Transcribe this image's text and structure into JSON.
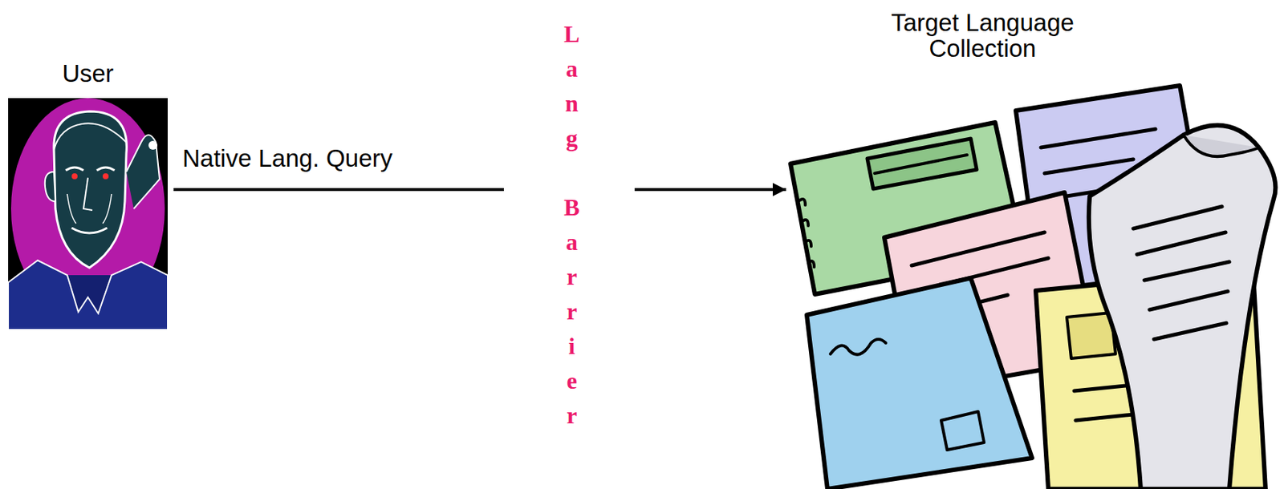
{
  "diagram": {
    "nodes": [
      {
        "text": [
          "User"
        ]
      },
      {
        "text": [
          "Target Language Collection"
        ]
      }
    ],
    "edges": [
      {
        "from": 0,
        "to": 1,
        "arrow": "to",
        "label": "Native Lang. Query"
      }
    ],
    "labels": [
      "Lang Barrier"
    ]
  }
}
